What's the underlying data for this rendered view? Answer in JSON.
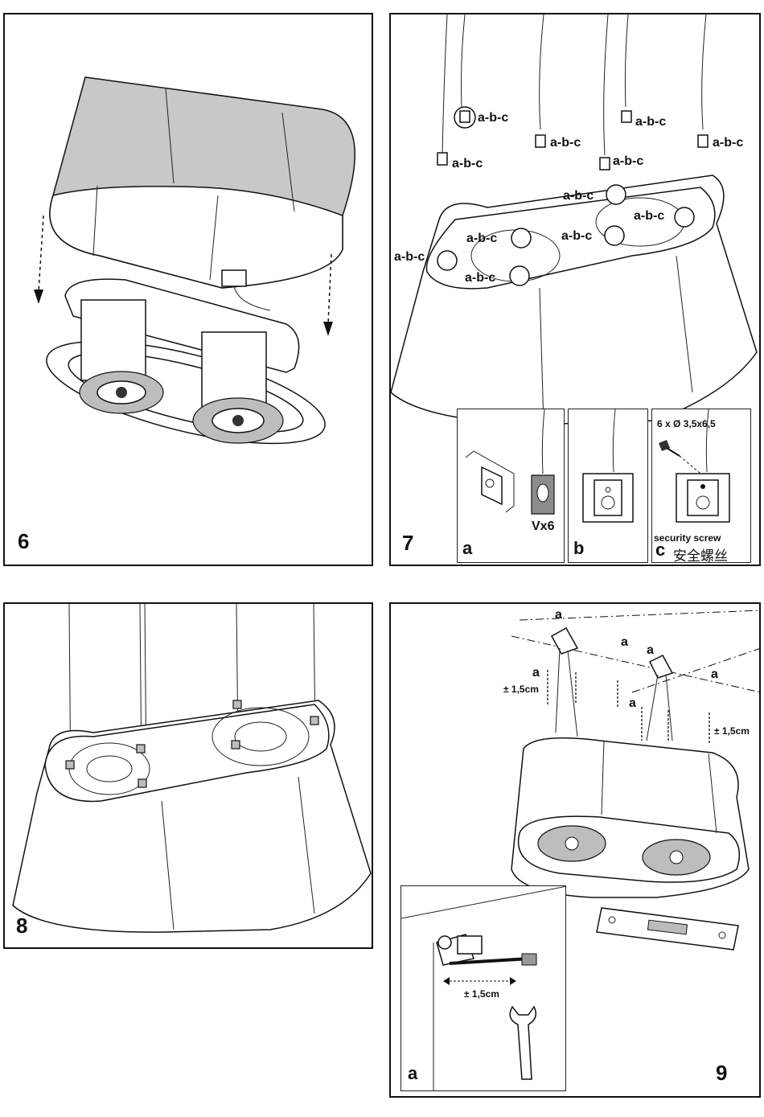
{
  "panels": {
    "p6": {
      "number": "6"
    },
    "p7": {
      "number": "7",
      "bracket_label": "a-b-c",
      "inset_a": {
        "letter": "a",
        "note": "Vx6"
      },
      "inset_b": {
        "letter": "b"
      },
      "inset_c": {
        "letter": "c",
        "spec": "6 x Ø 3,5x6,5",
        "en": "security screw",
        "cn": "安全螺丝"
      }
    },
    "p8": {
      "number": "8"
    },
    "p9": {
      "number": "9",
      "point_label": "a",
      "tolerance": "± 1,5cm",
      "inset": {
        "letter": "a",
        "tolerance": "± 1,5cm"
      }
    }
  },
  "icons": [
    "cable-icon",
    "bracket-icon",
    "screw-icon",
    "wrench-icon",
    "spirit-level-icon",
    "arrow-icon"
  ]
}
